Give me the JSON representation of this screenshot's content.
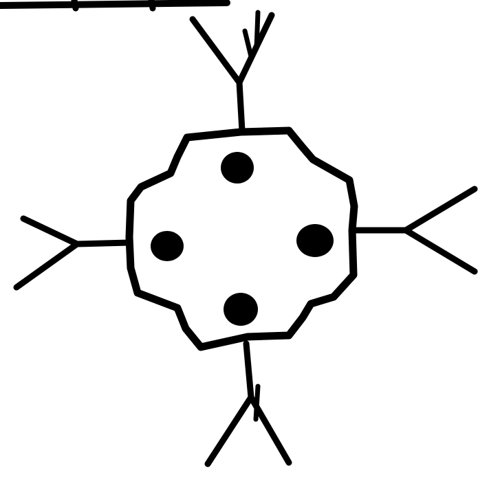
{
  "ink_color": "#000000",
  "background_color": "#ffffff",
  "dot_count": 4,
  "branch_count": 4,
  "branches": [
    "top",
    "right",
    "bottom",
    "left"
  ]
}
